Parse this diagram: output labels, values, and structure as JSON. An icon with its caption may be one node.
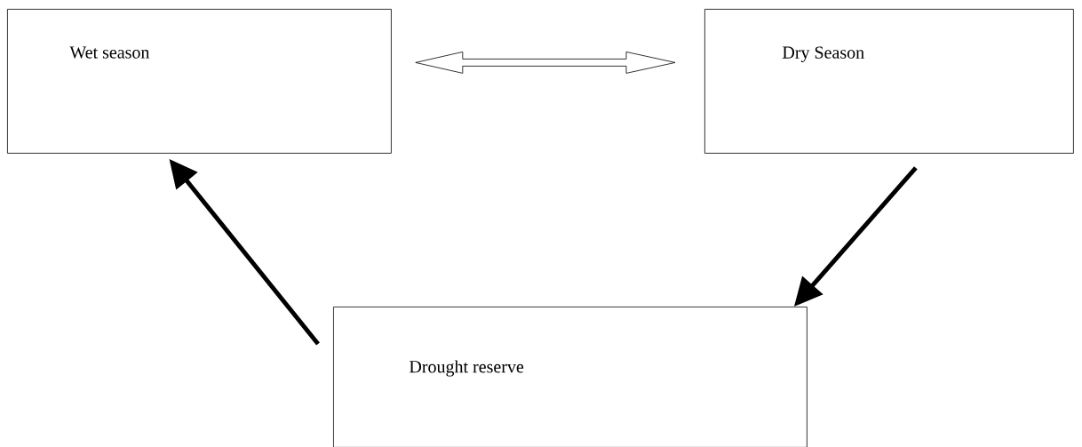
{
  "diagram": {
    "nodes": [
      {
        "text": [
          "Wet season"
        ]
      },
      {
        "text": [
          "Dry Season"
        ]
      },
      {
        "text": [
          "Drought reserve"
        ]
      }
    ],
    "edges": [
      {
        "from": 0,
        "to": 1,
        "arrow": "both"
      },
      {
        "from": 1,
        "to": 2,
        "arrow": "to"
      },
      {
        "from": 2,
        "to": 0,
        "arrow": "to"
      }
    ]
  }
}
